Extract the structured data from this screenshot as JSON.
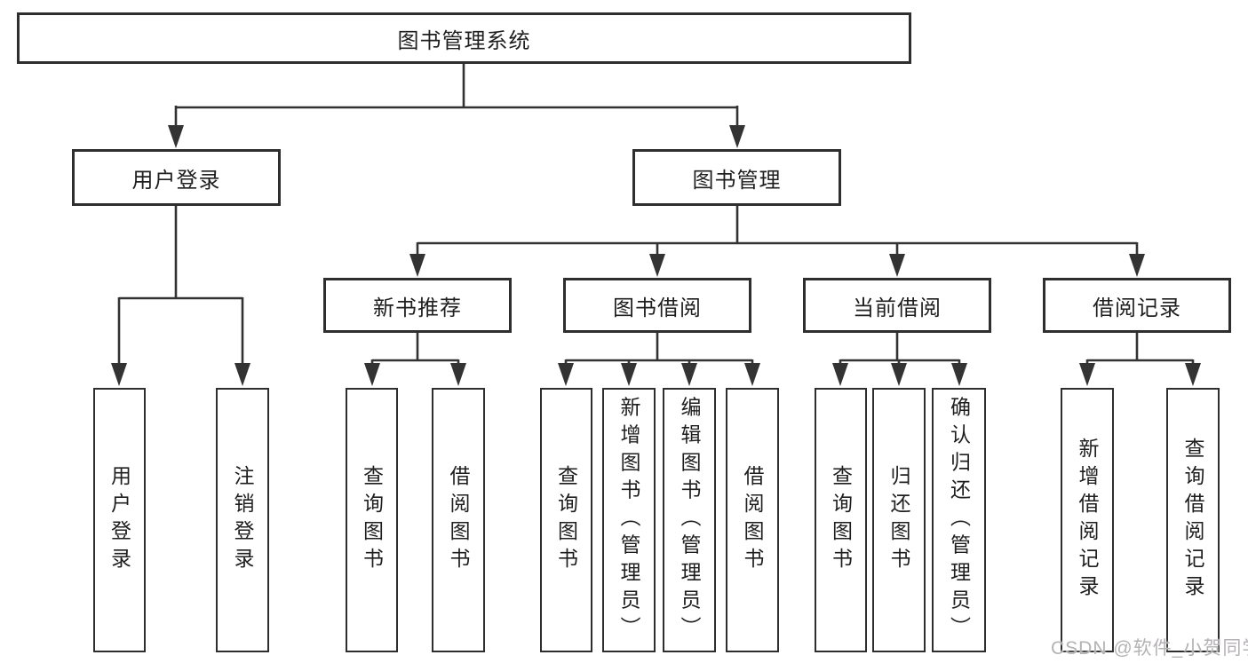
{
  "tree": {
    "root": {
      "label": "图书管理系统"
    },
    "user_login": {
      "label": "用户登录",
      "children": [
        {
          "label": "用户登录"
        },
        {
          "label": "注销登录"
        }
      ]
    },
    "book_mgmt": {
      "label": "图书管理",
      "sections": [
        {
          "label": "新书推荐",
          "children": [
            {
              "label": "查询图书"
            },
            {
              "label": "借阅图书"
            }
          ]
        },
        {
          "label": "图书借阅",
          "children": [
            {
              "label": "查询图书"
            },
            {
              "label": "新增图书（管理员）"
            },
            {
              "label": "编辑图书（管理员）"
            },
            {
              "label": "借阅图书"
            }
          ]
        },
        {
          "label": "当前借阅",
          "children": [
            {
              "label": "查询图书"
            },
            {
              "label": "归还图书"
            },
            {
              "label": "确认归还（管理员）"
            }
          ]
        },
        {
          "label": "借阅记录",
          "children": [
            {
              "label": "新增借阅记录"
            },
            {
              "label": "查询借阅记录"
            }
          ]
        }
      ]
    }
  },
  "watermark": {
    "text": "CSDN @软件_小贺同学"
  },
  "colors": {
    "line": "#333333",
    "box_border": "#2e2e2e",
    "text": "#1f1f1f",
    "watermark": "#b4b2b4",
    "background": "#ffffff"
  }
}
